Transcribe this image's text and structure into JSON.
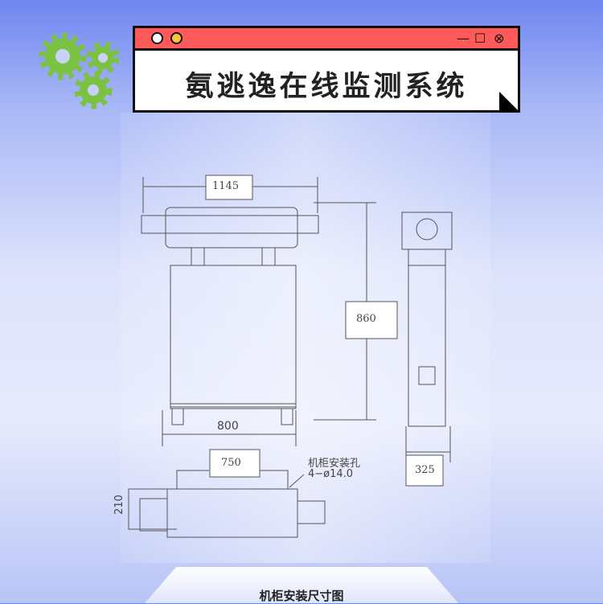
{
  "window": {
    "title": "氨逃逸在线监测系统",
    "controls": {
      "minimize": "—",
      "maximize": "☐",
      "close": "⊗"
    }
  },
  "drawing": {
    "dims": {
      "width_total": "1145",
      "height": "860",
      "cabinet_width": "800",
      "mount_spacing": "750",
      "depth": "325",
      "side_height": "210"
    },
    "annotation": {
      "label": "机柜安装孔",
      "spec": "4−ø14.0"
    },
    "caption": "机柜安装尺寸图"
  },
  "colors": {
    "titlebar": "#ff5a5a",
    "gear": "#7cc242",
    "accent_dot": "#ffc23d"
  }
}
